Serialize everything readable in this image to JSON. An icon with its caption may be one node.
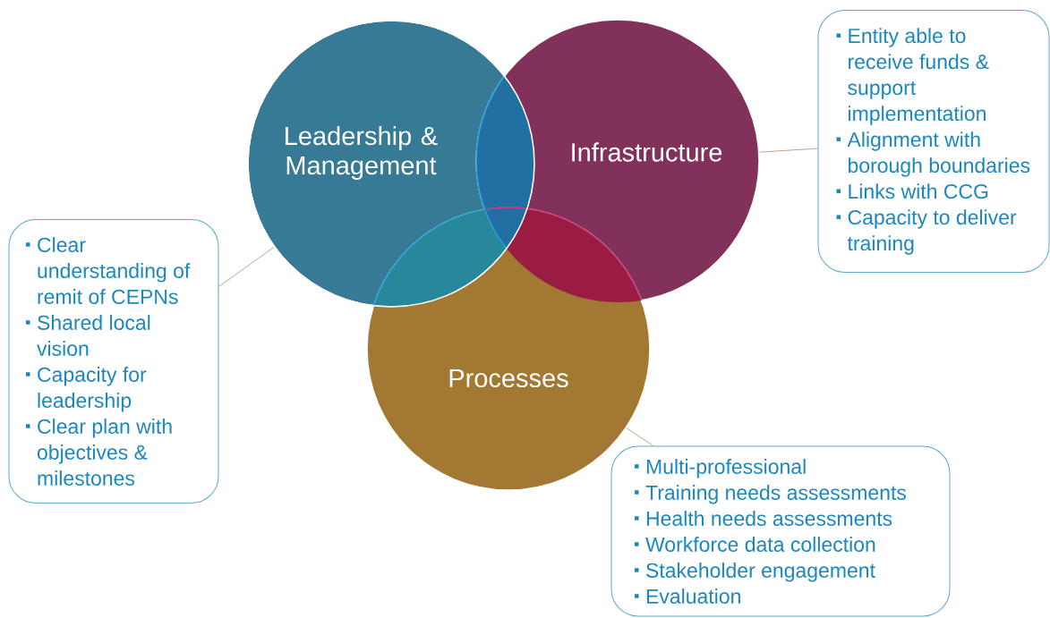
{
  "diagram": {
    "nodes": [
      {
        "text": [
          "Leadership & Management"
        ]
      },
      {
        "text": [
          "Infrastructure"
        ]
      },
      {
        "text": [
          "Processes"
        ]
      },
      {
        "text": [
          "Clear understanding of remit of CEPNs",
          "Shared local vision",
          "Capacity for leadership",
          "Clear plan with objectives & milestones"
        ]
      },
      {
        "text": [
          "Entity able to receive funds & support implementation",
          "Alignment with borough boundaries",
          "Links with CCG",
          "Capacity to deliver training"
        ]
      },
      {
        "text": [
          "Multi-professional",
          "Training needs assessments",
          "Health needs assessments",
          "Workforce data collection",
          "Stakeholder engagement",
          "Evaluation"
        ]
      }
    ],
    "edges": [
      {
        "from": 3,
        "to": 0,
        "arrow": "none"
      },
      {
        "from": 4,
        "to": 1,
        "arrow": "none"
      },
      {
        "from": 5,
        "to": 2,
        "arrow": "none"
      }
    ]
  }
}
